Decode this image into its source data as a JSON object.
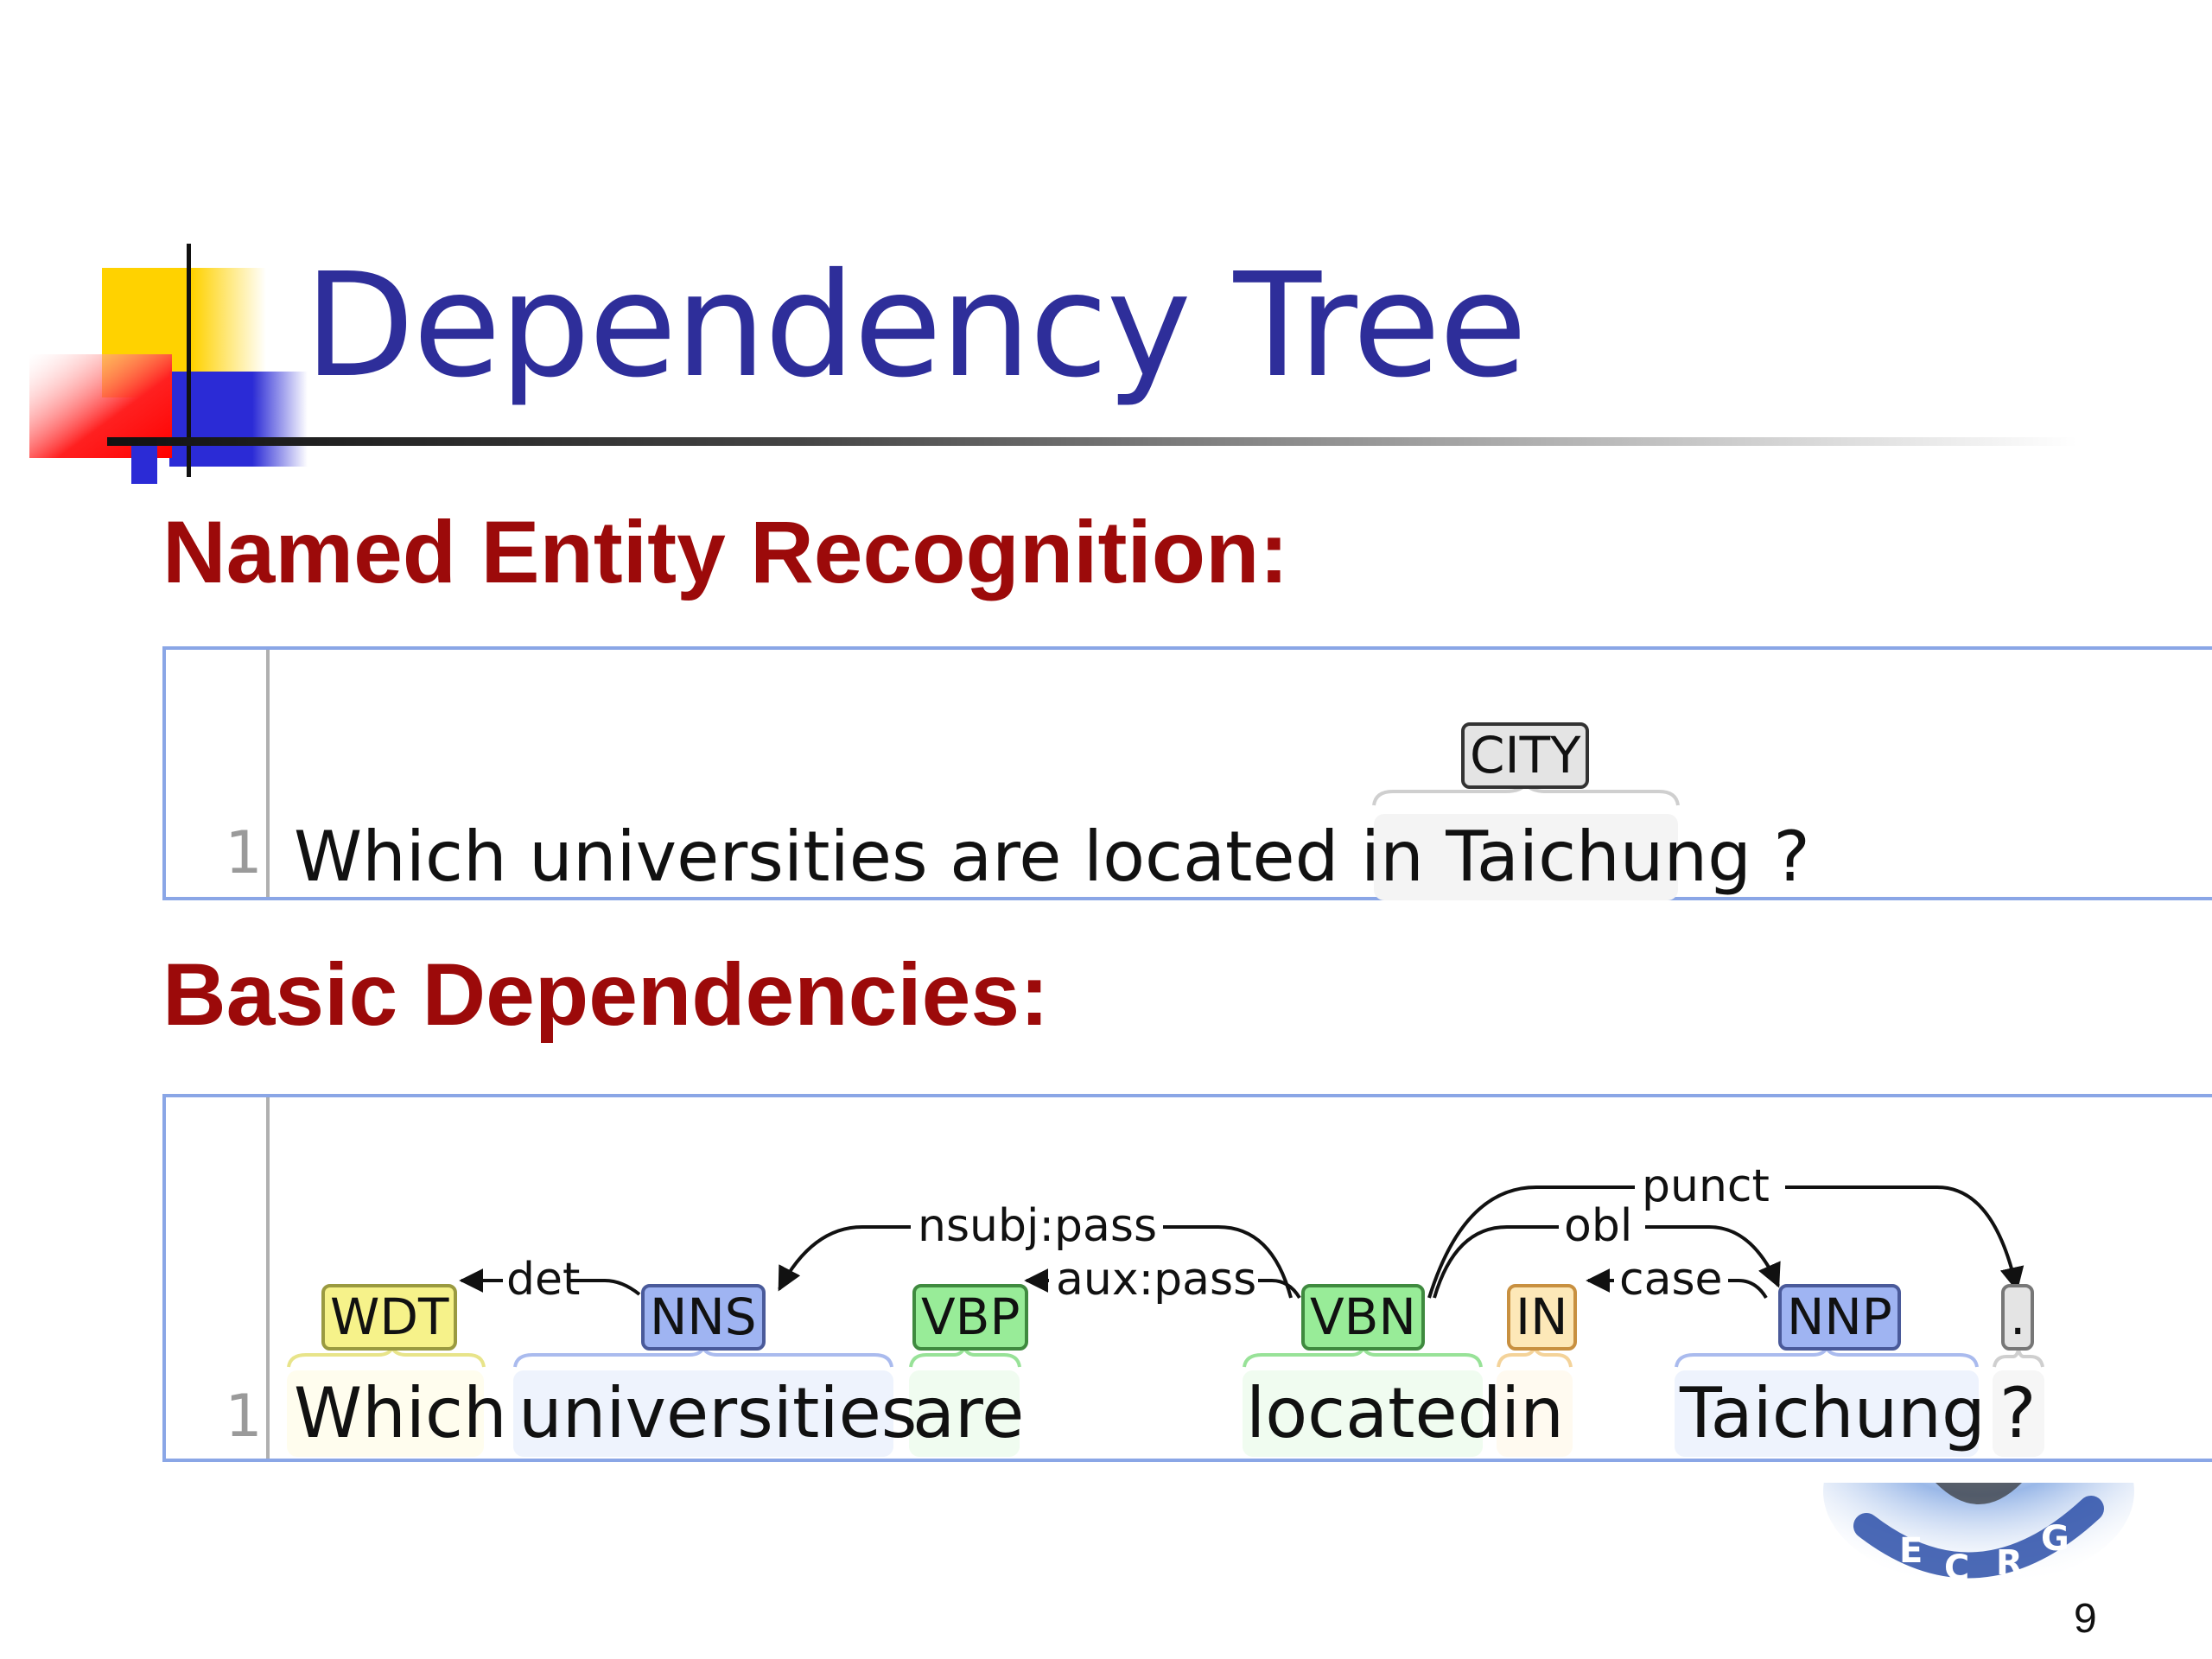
{
  "slide": {
    "title": "Dependency Tree",
    "page_number": "9"
  },
  "ner": {
    "heading": "Named Entity Recognition:",
    "line_number": "1",
    "sentence_before": "Which universities are located in ",
    "entity_text": "Taichung",
    "sentence_after": " ?",
    "entity_label": "CITY"
  },
  "dependencies": {
    "heading": "Basic Dependencies:",
    "line_number": "1",
    "tokens": [
      {
        "text": "Which",
        "tag": "WDT"
      },
      {
        "text": "universities",
        "tag": "NNS"
      },
      {
        "text": "are",
        "tag": "VBP"
      },
      {
        "text": "located",
        "tag": "VBN"
      },
      {
        "text": "in",
        "tag": "IN"
      },
      {
        "text": "Taichung",
        "tag": "NNP"
      },
      {
        "text": "?",
        "tag": "."
      }
    ],
    "relations": [
      {
        "label": "det",
        "head": "universities",
        "dependent": "Which"
      },
      {
        "label": "nsubj:pass",
        "head": "located",
        "dependent": "universities"
      },
      {
        "label": "aux:pass",
        "head": "located",
        "dependent": "are"
      },
      {
        "label": "obl",
        "head": "located",
        "dependent": "Taichung"
      },
      {
        "label": "case",
        "head": "Taichung",
        "dependent": "in"
      },
      {
        "label": "punct",
        "head": "located",
        "dependent": "?"
      }
    ]
  },
  "colors": {
    "title": "#2e2e9a",
    "heading": "#9c0a0a",
    "panel_border": "#8aa6e6",
    "tag_wdt": "#f6f28a",
    "tag_nn": "#9fb4f2",
    "tag_vb": "#98ec98",
    "tag_in": "#fde8b8",
    "tag_punct": "#e4e4e4",
    "tag_entity": "#e4e4e4"
  }
}
